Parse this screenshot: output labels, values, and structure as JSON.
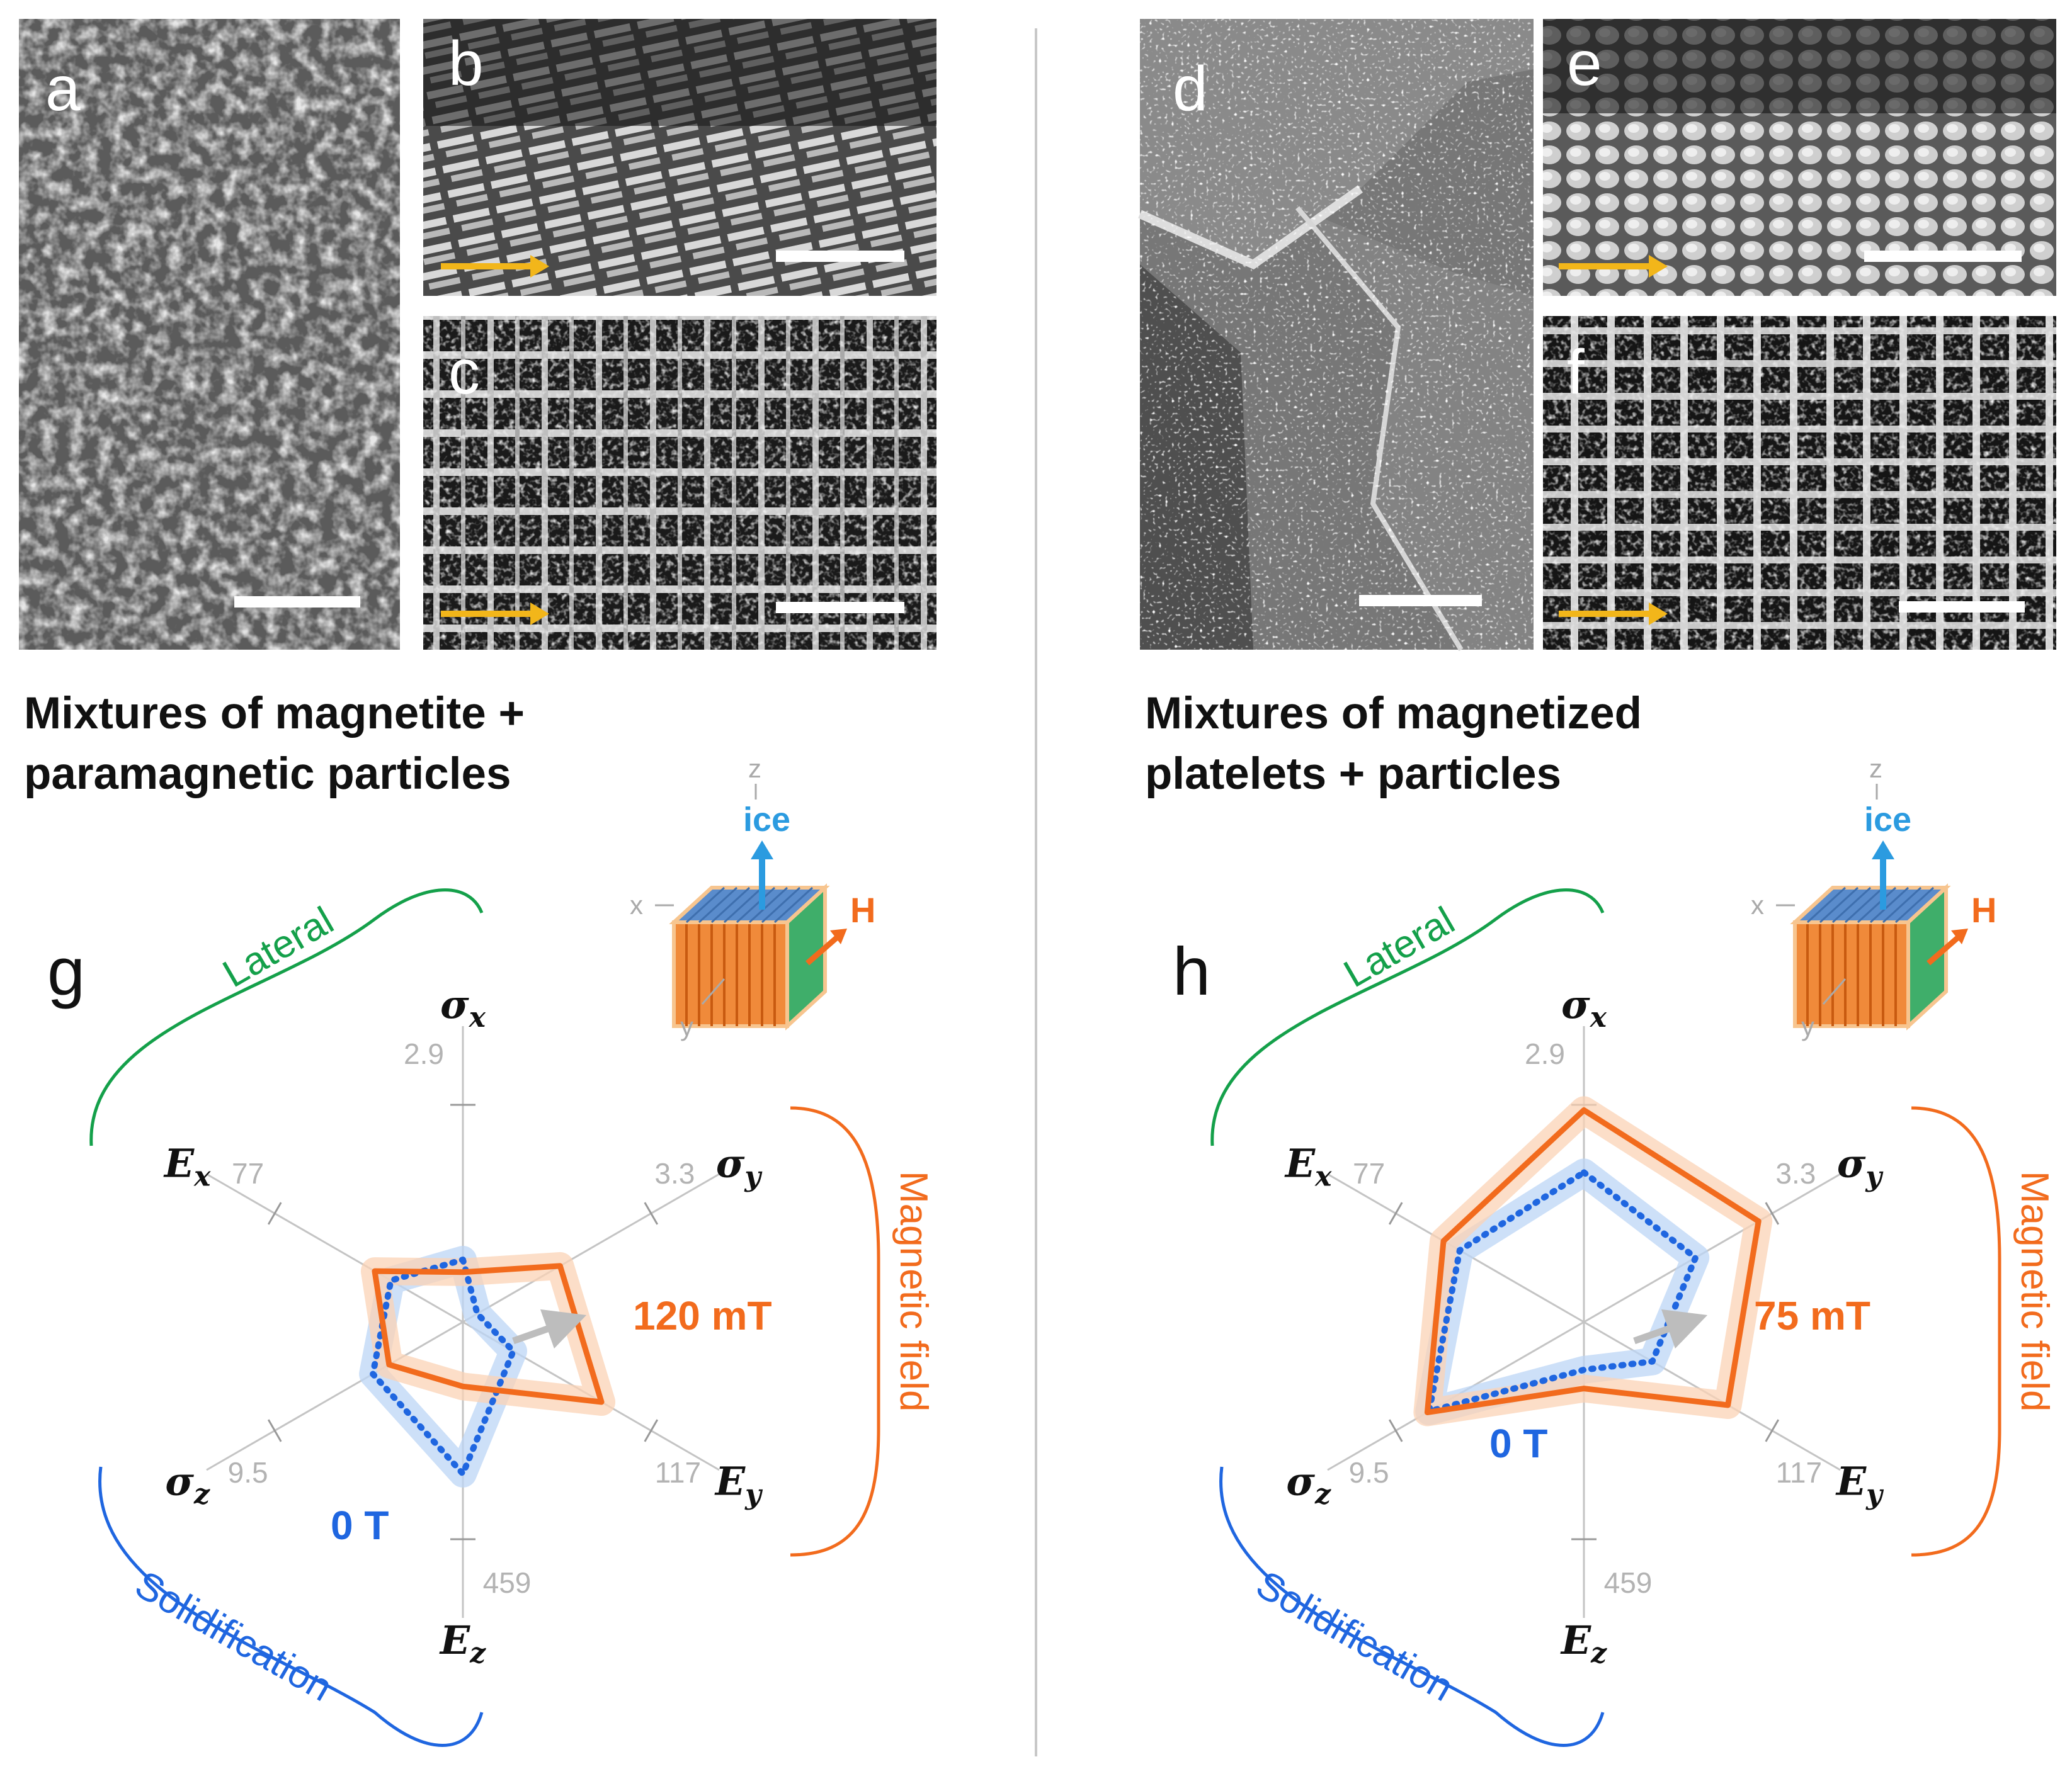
{
  "micrographs": [
    {
      "label": "a"
    },
    {
      "label": "b"
    },
    {
      "label": "c"
    },
    {
      "label": "d"
    },
    {
      "label": "e"
    },
    {
      "label": "f"
    }
  ],
  "left": {
    "caption_line1": "Mixtures of magnetite +",
    "caption_line2": "paramagnetic particles",
    "panel_letter": "g",
    "field_value": "120 mT",
    "zero_label": "0 T"
  },
  "right": {
    "caption_line1": "Mixtures of magnetized",
    "caption_line2": "platelets + particles",
    "panel_letter": "h",
    "field_value": "75 mT",
    "zero_label": "0 T"
  },
  "axes": [
    {
      "key": "sx",
      "main": "σ",
      "sub": "x",
      "max_label": "2.9"
    },
    {
      "key": "sy",
      "main": "σ",
      "sub": "y",
      "max_label": "3.3"
    },
    {
      "key": "ey",
      "main": "E",
      "sub": "y",
      "max_label": "117"
    },
    {
      "key": "ez",
      "main": "E",
      "sub": "z",
      "max_label": "459"
    },
    {
      "key": "sz",
      "main": "σ",
      "sub": "z",
      "max_label": "9.5"
    },
    {
      "key": "ex",
      "main": "E",
      "sub": "x",
      "max_label": "77"
    }
  ],
  "groups": {
    "lateral": "Lateral",
    "solidification": "Solidification",
    "magnetic": "Magnetic field"
  },
  "inset": {
    "z": "z",
    "x": "x",
    "y": "y",
    "ice": "ice",
    "H": "H"
  },
  "chart_data": [
    {
      "type": "radar",
      "axis_order": [
        "σx",
        "σy",
        "Ey",
        "Ez",
        "σz",
        "Ex"
      ],
      "axis_max": [
        2.9,
        3.3,
        117,
        459,
        9.5,
        77
      ],
      "series": [
        {
          "name": "120 mT",
          "color": "#f26b1d",
          "values_fraction": [
            0.24,
            0.54,
            0.77,
            0.31,
            0.41,
            0.49
          ]
        },
        {
          "name": "0 T",
          "color": "#1f66e0",
          "values_fraction": [
            0.3,
            0.08,
            0.28,
            0.73,
            0.5,
            0.4
          ]
        }
      ]
    },
    {
      "type": "radar",
      "axis_order": [
        "σx",
        "σy",
        "Ey",
        "Ez",
        "σz",
        "Ex"
      ],
      "axis_max": [
        2.9,
        3.3,
        117,
        459,
        9.5,
        77
      ],
      "series": [
        {
          "name": "75 mT",
          "color": "#f26b1d",
          "values_fraction": [
            1.02,
            0.97,
            0.8,
            0.32,
            0.87,
            0.78
          ]
        },
        {
          "name": "0 T",
          "color": "#1f66e0",
          "values_fraction": [
            0.72,
            0.62,
            0.38,
            0.23,
            0.86,
            0.69
          ]
        }
      ]
    }
  ]
}
